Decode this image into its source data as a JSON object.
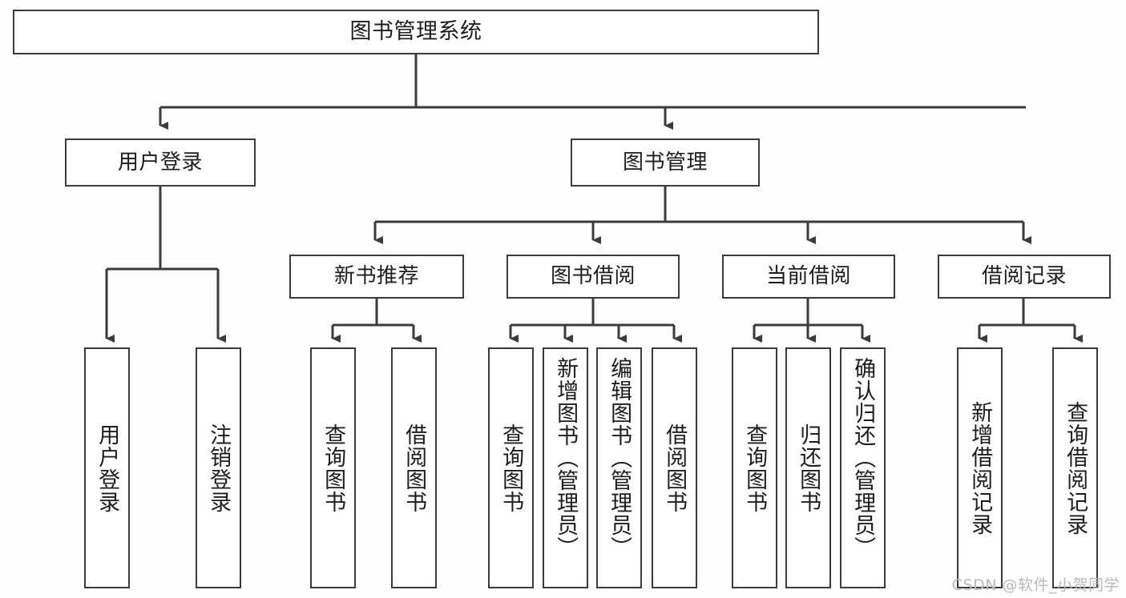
{
  "diagram": {
    "title": "图书管理系统",
    "type": "tree",
    "watermark": "CSDN @软件_小贺同学",
    "colors": {
      "border": "#3b3b3b",
      "node_fill": "#ffffff",
      "background": "#fefefe",
      "text": "#1d1d1d",
      "connector": "#3b3b3b",
      "watermark": "#b9b9b9"
    },
    "nodes": {
      "root": {
        "label": "图书管理系统"
      },
      "level2": [
        {
          "label": "用户登录"
        },
        {
          "label": "图书管理"
        }
      ],
      "level3": [
        {
          "label": "新书推荐"
        },
        {
          "label": "图书借阅"
        },
        {
          "label": "当前借阅"
        },
        {
          "label": "借阅记录"
        }
      ],
      "leaves": {
        "user_login": [
          {
            "label": "用户登录"
          },
          {
            "label": "注销登录"
          }
        ],
        "new_book_recommend": [
          {
            "label": "查询图书"
          },
          {
            "label": "借阅图书"
          }
        ],
        "book_borrow": [
          {
            "label": "查询图书"
          },
          {
            "label": "新增图书（管理员）"
          },
          {
            "label": "编辑图书（管理员）"
          },
          {
            "label": "借阅图书"
          }
        ],
        "current_borrow": [
          {
            "label": "查询图书"
          },
          {
            "label": "归还图书"
          },
          {
            "label": "确认归还（管理员）"
          }
        ],
        "borrow_record": [
          {
            "label": "新增借阅记录"
          },
          {
            "label": "查询借阅记录"
          }
        ]
      }
    }
  }
}
